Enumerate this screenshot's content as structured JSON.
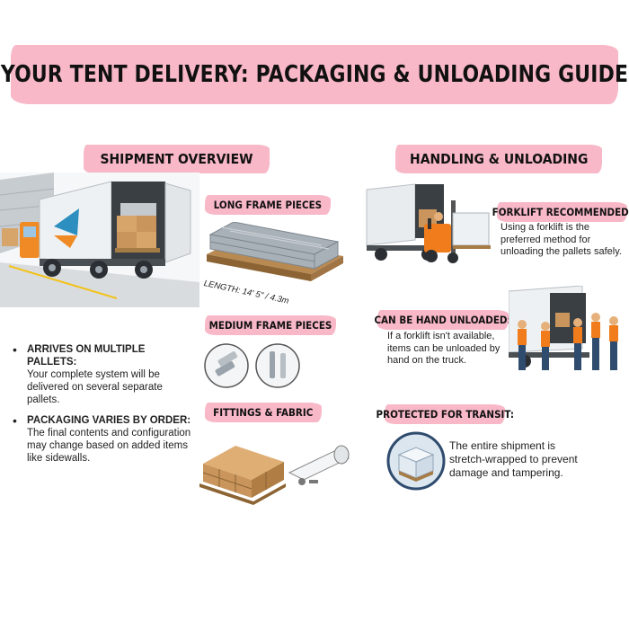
{
  "title": "YOUR TENT DELIVERY: PACKAGING & UNLOADING GUIDE",
  "sections": {
    "shipment_overview": "SHIPMENT OVERVIEW",
    "handling_unloading": "HANDLING & UNLOADING"
  },
  "labels": {
    "long_frame": "LONG FRAME PIECES",
    "length": "LENGTH: 14' 5\" / 4.3m",
    "medium_frame": "MEDIUM FRAME PIECES",
    "fittings_fabric": "FITTINGS & FABRIC",
    "forklift": "FORKLIFT RECOMMENDED:",
    "hand_unload": "CAN BE HAND UNLOADED:",
    "protected": "PROTECTED FOR TRANSIT:"
  },
  "bullets": [
    {
      "head": "ARRIVES ON MULTIPLE PALLETS:",
      "body": "Your complete system will be delivered on several separate pallets."
    },
    {
      "head": "PACKAGING VARIES BY ORDER:",
      "body": "The final contents and configuration may change based on added items like sidewalls."
    }
  ],
  "notes": {
    "forklift": "Using a forklift is the preferred method for unloading the pallets safely.",
    "hand_unload": "If a forklift isn't available, items can be unloaded by hand on the truck.",
    "protected": "The entire shipment is stretch-wrapped to prevent damage and tampering."
  },
  "colors": {
    "accent_pink": "#f8b8c8",
    "truck_white": "#e9ecef",
    "cab_orange": "#f08a24",
    "forklift_orange": "#f07c1c",
    "box_brown": "#c9955c",
    "steel_gray": "#9aa3ab"
  },
  "icons": [
    "delivery-truck-illustration",
    "frame-bundle-illustration",
    "bolt-icon",
    "pin-icon",
    "crate-illustration",
    "fabric-roll-illustration",
    "forklift-illustration",
    "workers-illustration",
    "wrapped-pallet-icon"
  ]
}
